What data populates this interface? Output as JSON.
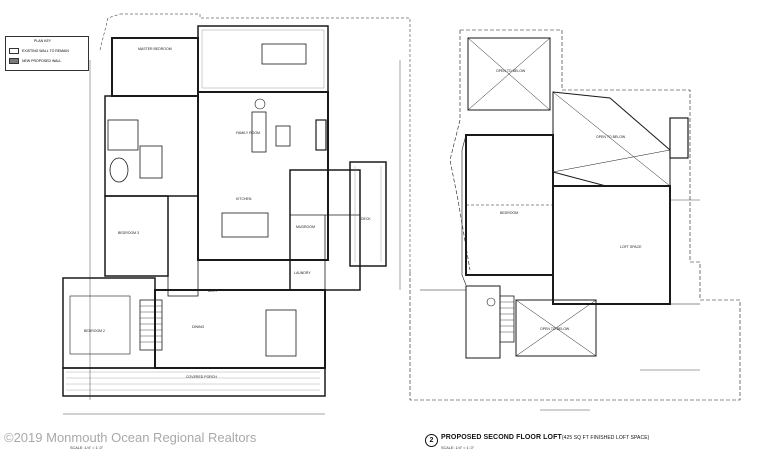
{
  "legend": {
    "title": "PLAN KEY",
    "items": [
      {
        "label": "EXISTING WALL TO REMAIN",
        "fill": "#ffffff"
      },
      {
        "label": "NEW PROPOSED WALL",
        "fill": "#7a7a7a"
      }
    ]
  },
  "rooms": {
    "master_bedroom": "MASTER BEDROOM",
    "family_room": "FAMILY ROOM",
    "kitchen": "KITCHEN",
    "bedroom_2": "BEDROOM 2",
    "bedroom_3": "BEDROOM 3",
    "dining": "DINING",
    "covered_porch": "COVERED PORCH",
    "laundry": "LAUNDRY",
    "bath": "BATH",
    "mudroom": "MUDROOM",
    "deck": "DECK",
    "loft_space": "LOFT SPACE",
    "bedroom": "BEDROOM",
    "open_to_below_1": "OPEN TO BELOW",
    "open_to_below_2": "OPEN TO BELOW",
    "open_to_below_3": "OPEN TO BELOW"
  },
  "titles": {
    "second_number": "2",
    "second_title": "PROPOSED SECOND FLOOR LOFT",
    "second_sub": "(425 SQ FT FINISHED LOFT SPACE)",
    "scale_first": "SCALE: 1/4\" = 1'-0\"",
    "scale_second": "SCALE: 1/4\" = 1'-0\""
  },
  "watermark": "©2019 Monmouth Ocean Regional Realtors",
  "colors": {
    "line": "#1a1a1a",
    "wall_new": "#7a7a7a",
    "hatch": "#999999"
  }
}
